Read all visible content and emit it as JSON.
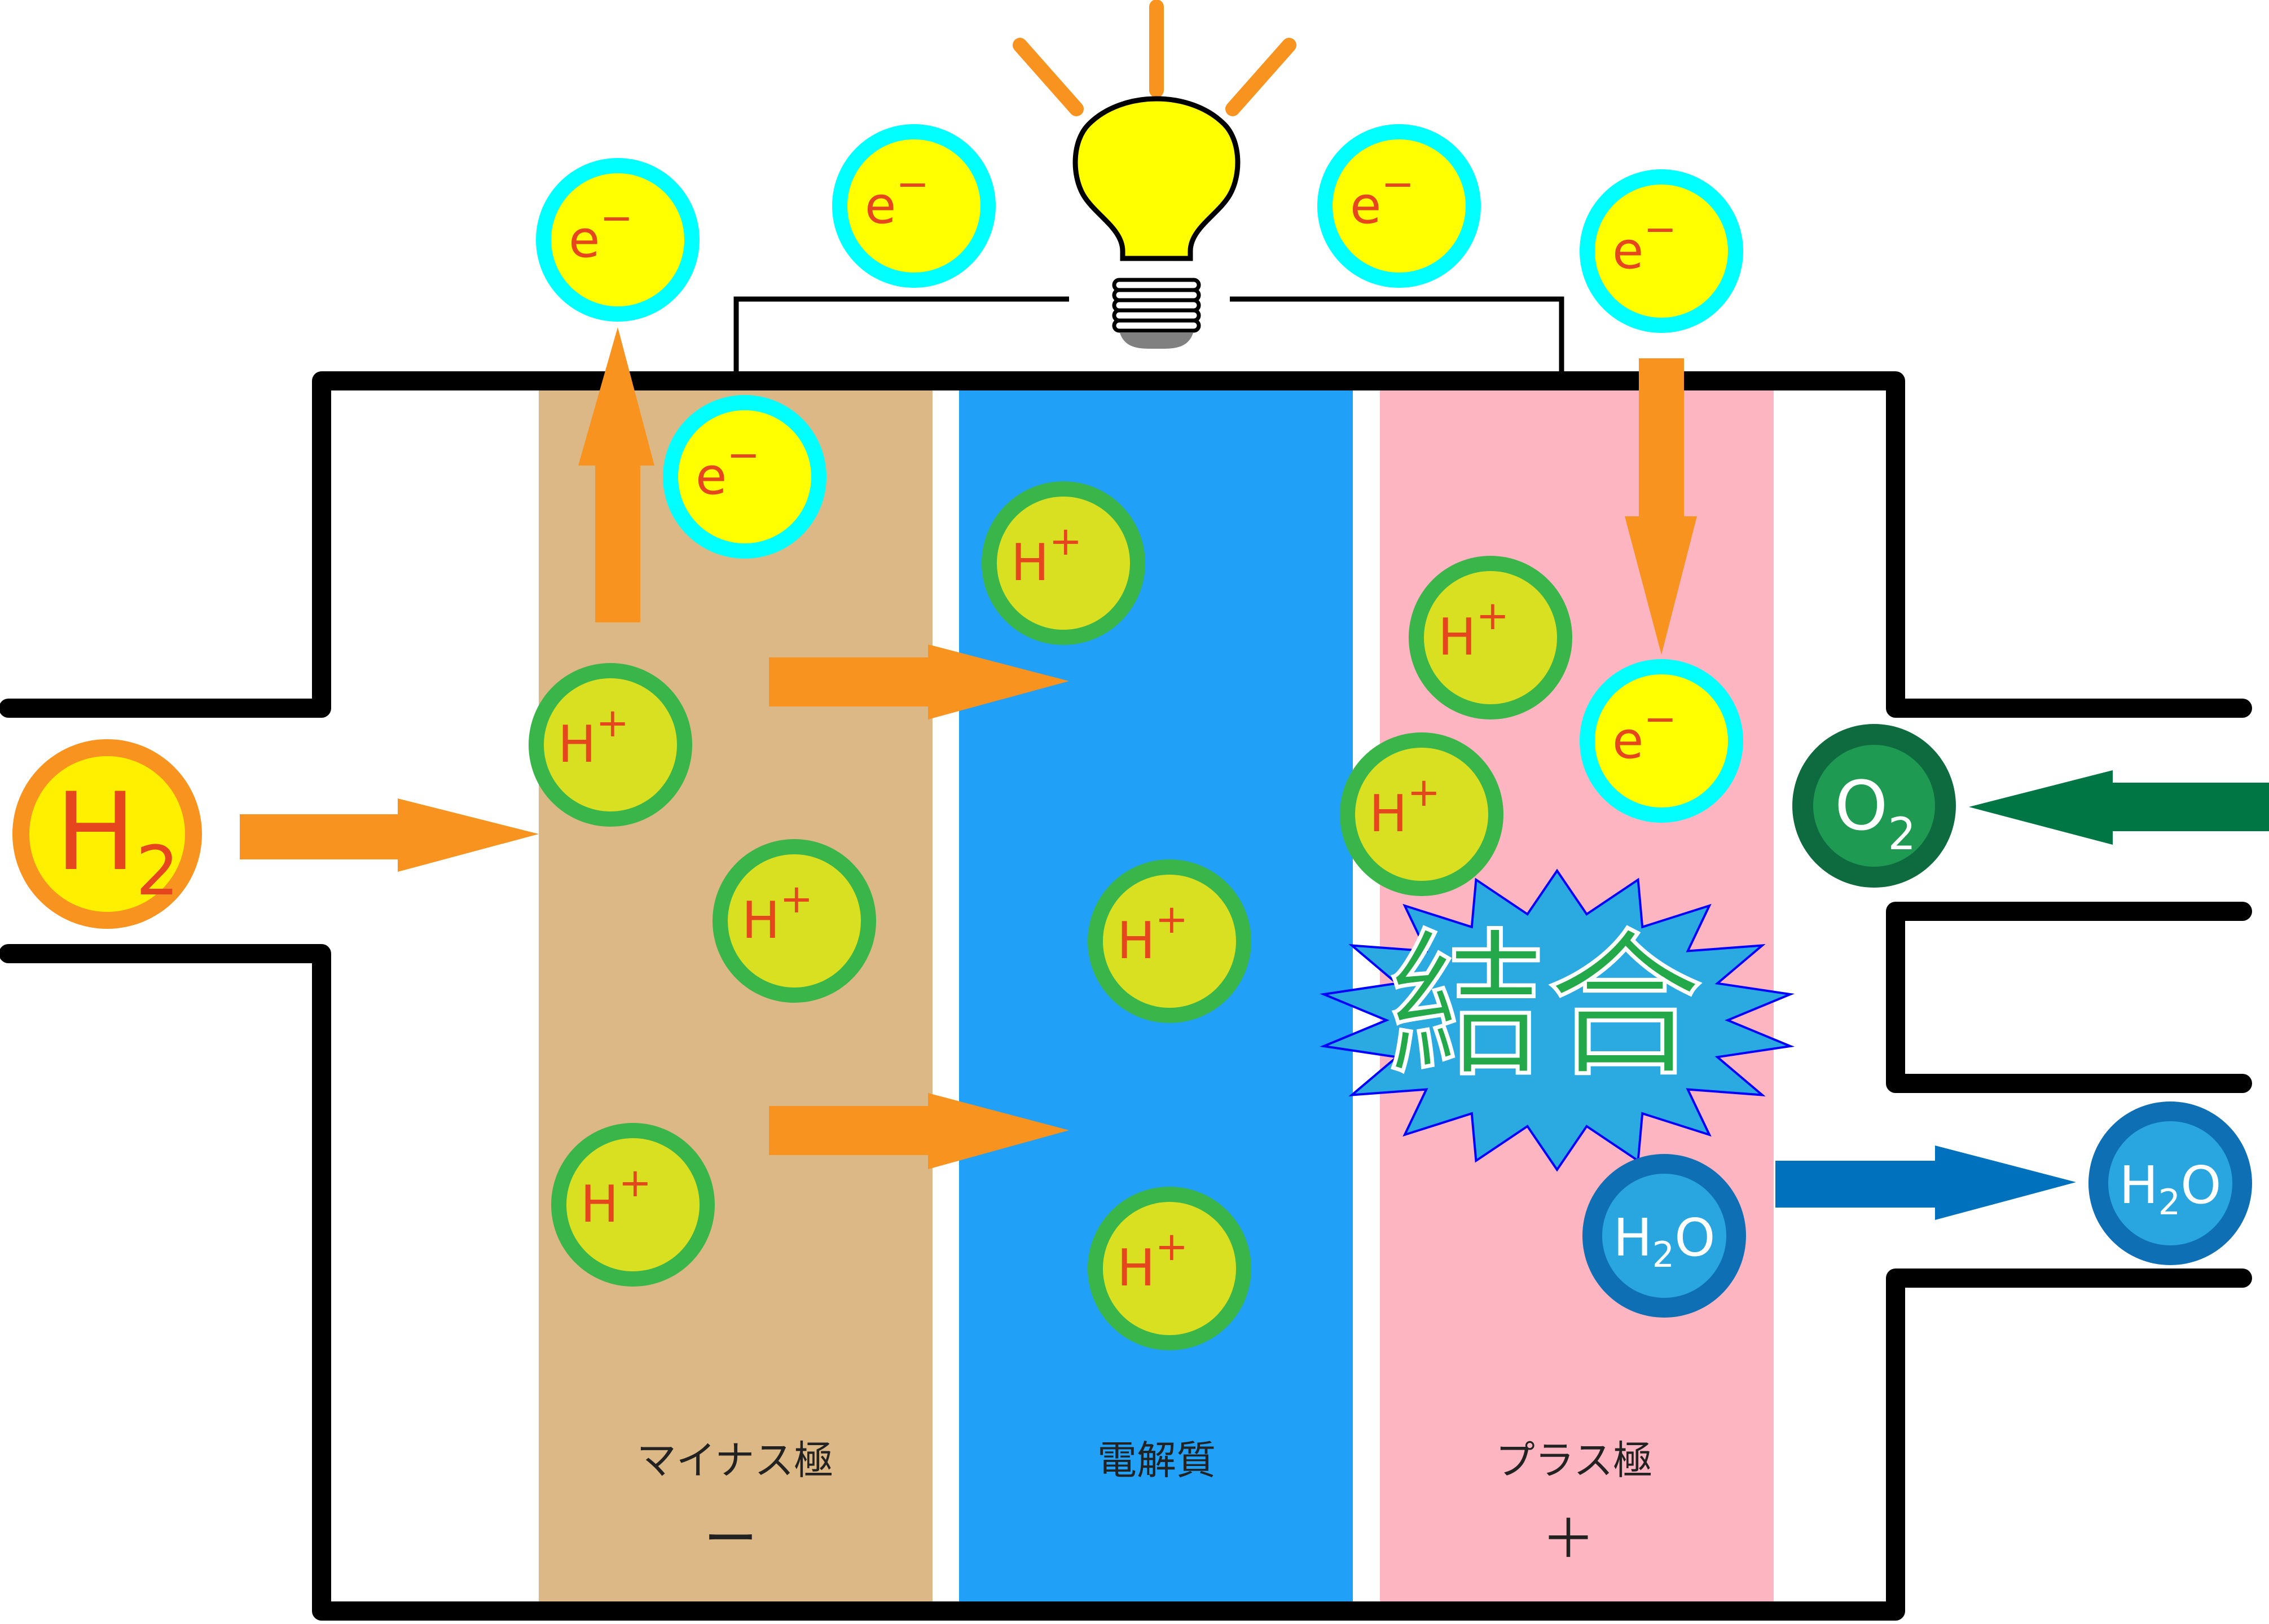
{
  "regions": {
    "anode": {
      "label": "マイナス極",
      "sign": "ー",
      "color": "#ddb887"
    },
    "electrolyte": {
      "label": "電解質",
      "color": "#21a0f8"
    },
    "cathode": {
      "label": "プラス極",
      "sign": "＋",
      "color": "#fdb5c1"
    }
  },
  "reaction": {
    "label": "結合",
    "color": "#2ba9e1"
  },
  "particles": {
    "electron": {
      "base": "e",
      "sup": "−"
    },
    "proton": {
      "base": "H",
      "sup": "+"
    },
    "hydrogen": {
      "base": "H",
      "sub": "2"
    },
    "oxygen": {
      "base": "O",
      "sub": "2"
    },
    "water": {
      "base": "H",
      "sub": "2",
      "tail": "O"
    }
  },
  "colors": {
    "frame": "#000000",
    "arrow_orange": "#f7931e",
    "arrow_green": "#007645",
    "arrow_blue": "#0071bc",
    "electron_ring": "#00ffff",
    "electron_core": "#ffff00",
    "proton_ring": "#39b54a",
    "proton_core": "#d9e021",
    "particle_text": "#e6461e",
    "bulb": "#ffff00"
  }
}
